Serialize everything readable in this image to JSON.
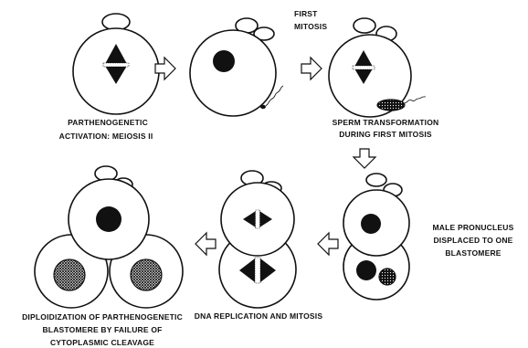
{
  "labels": {
    "parthenogenetic_line1": "PARTHENOGENETIC",
    "parthenogenetic_line2": "ACTIVATION: MEIOSIS II",
    "first_mitosis_line1": "FIRST",
    "first_mitosis_line2": "MITOSIS",
    "sperm_line1": "SPERM TRANSFORMATION",
    "sperm_line2": "DURING FIRST MITOSIS",
    "male_line1": "MALE PRONUCLEUS",
    "male_line2": "DISPLACED TO ONE",
    "male_line3": "BLASTOMERE",
    "dna_label": "DNA REPLICATION AND MITOSIS",
    "diploid_line1": "DIPLOIDIZATION OF PARTHENOGENETIC",
    "diploid_line2": "BLASTOMERE BY FAILURE OF",
    "diploid_line3": "CYTOPLASMIC CLEAVAGE"
  },
  "colors": {
    "stroke": "#111111",
    "fill": "#111111",
    "background": "#ffffff"
  }
}
